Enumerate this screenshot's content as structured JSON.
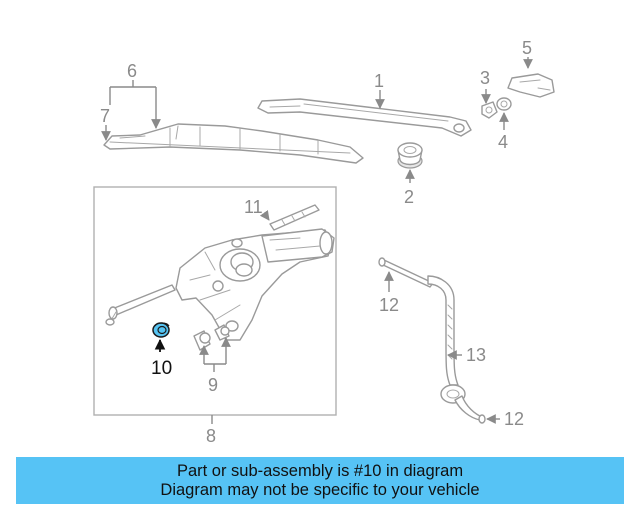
{
  "diagram": {
    "callouts": {
      "c1": "1",
      "c2": "2",
      "c3": "3",
      "c4": "4",
      "c5": "5",
      "c6": "6",
      "c7": "7",
      "c8": "8",
      "c9": "9",
      "c10": "10",
      "c11": "11",
      "c12a": "12",
      "c12b": "12",
      "c13": "13"
    },
    "highlighted_part": "10",
    "highlight_color": "#56c4f2"
  },
  "banner": {
    "line1": "Part or sub-assembly is #10 in diagram",
    "line2": "Diagram may not be specific to your vehicle",
    "background": "#56c3f5"
  }
}
